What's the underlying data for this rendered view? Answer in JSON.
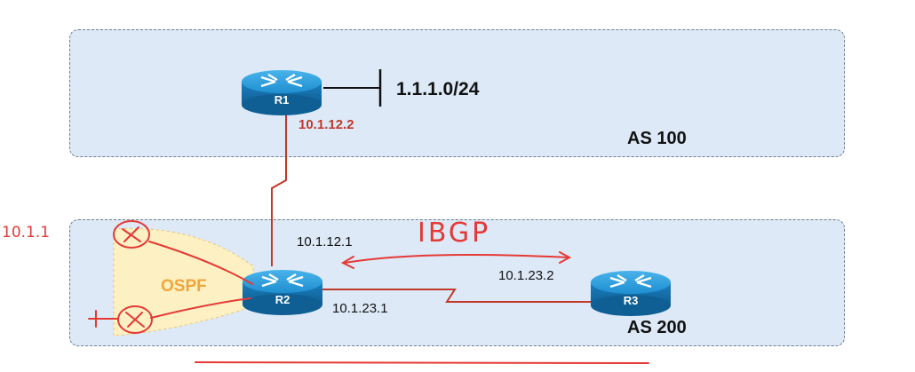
{
  "as_areas": [
    {
      "label": "AS 100"
    },
    {
      "label": "AS 200"
    }
  ],
  "routers": [
    {
      "name": "R1"
    },
    {
      "name": "R2"
    },
    {
      "name": "R3"
    }
  ],
  "network": "1.1.1.0/24",
  "interfaces": {
    "r1_to_r2": "10.1.12.2",
    "r2_to_r1": "10.1.12.1",
    "r2_to_r3": "10.1.23.1",
    "r3_to_r2": "10.1.23.2"
  },
  "ospf_label": "OSPF",
  "annotations": {
    "ibgp": "IBGP",
    "left_ip": "10.1.1"
  },
  "colors": {
    "as_fill": "#dde9f7",
    "router_blue": "#1f8fd1",
    "link_red": "#c0392b",
    "annotation_red": "#e53935",
    "ospf_fill": "#fdf1c4",
    "ospf_text": "#f2a53a"
  }
}
